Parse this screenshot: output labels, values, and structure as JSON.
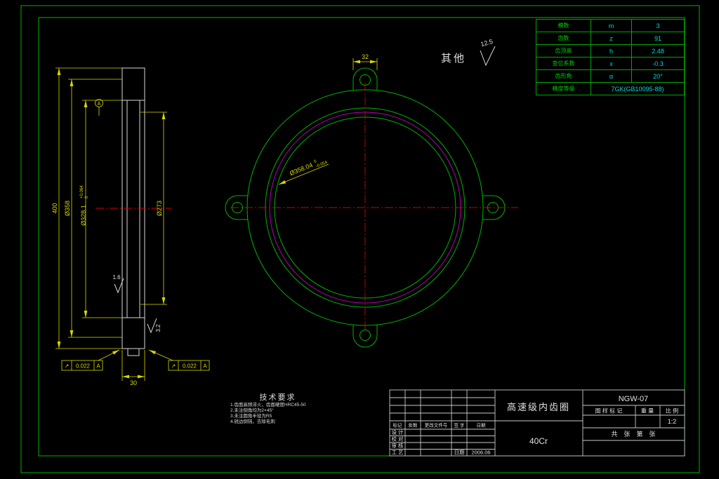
{
  "colors": {
    "green": "#00b400",
    "yellow": "#d8d800",
    "red": "#d40000",
    "cyan": "#00d8d8",
    "white": "#e0e0e0",
    "magenta": "#b400b4"
  },
  "gear_table": {
    "rows": [
      {
        "label": "模数",
        "symbol": "m",
        "value": "3"
      },
      {
        "label": "齿数",
        "symbol": "z",
        "value": "91"
      },
      {
        "label": "齿顶高",
        "symbol": "h",
        "value": "2.48"
      },
      {
        "label": "变位系数",
        "symbol": "x",
        "value": "-0.3"
      },
      {
        "label": "齿形角",
        "symbol": "α",
        "value": "20°"
      },
      {
        "label": "精度等级",
        "symbol": "",
        "value": "7GK(GB10095-88)"
      }
    ]
  },
  "surface": {
    "other_label": "其他",
    "other_roughness": "12.5",
    "inner_roughness": "1.6",
    "face_roughness": "3.2"
  },
  "dims": {
    "overall": "400",
    "outer": "Ø358",
    "bore_main": "Ø328.1",
    "bore_upper": "+0.064",
    "bore_lower": "0",
    "pitch": "Ø273",
    "width": "30",
    "lug_width": "32",
    "ring_main": "Ø358.04",
    "ring_upper": "0",
    "ring_lower": "-0.054"
  },
  "tolerance": {
    "symbol": "↗",
    "value": "0.022",
    "datum": "A"
  },
  "tech_req": {
    "title": "技术要求",
    "items": [
      "1.齿面高频淬火，齿面硬度HRC45-50",
      "2.未注倒角均为2×45°",
      "3.未注圆角半径为R5",
      "4.锐边倒钝，去除毛刺"
    ]
  },
  "title_block": {
    "part_name": "高速级内齿圈",
    "drawing_no": "NGW-07",
    "material": "40Cr",
    "mark_header": "图 样 标 记",
    "weight_header": "重 量",
    "scale_header": "比 例",
    "scale": "1:2",
    "sheet_info": "共　张　第　张",
    "rev_headers": [
      "标记",
      "处数",
      "更改文件号",
      "签 字",
      "日期"
    ],
    "roles": [
      "设 计",
      "校 对",
      "审 核",
      "工 艺"
    ],
    "date_label": "日期",
    "date": "2006.06"
  }
}
